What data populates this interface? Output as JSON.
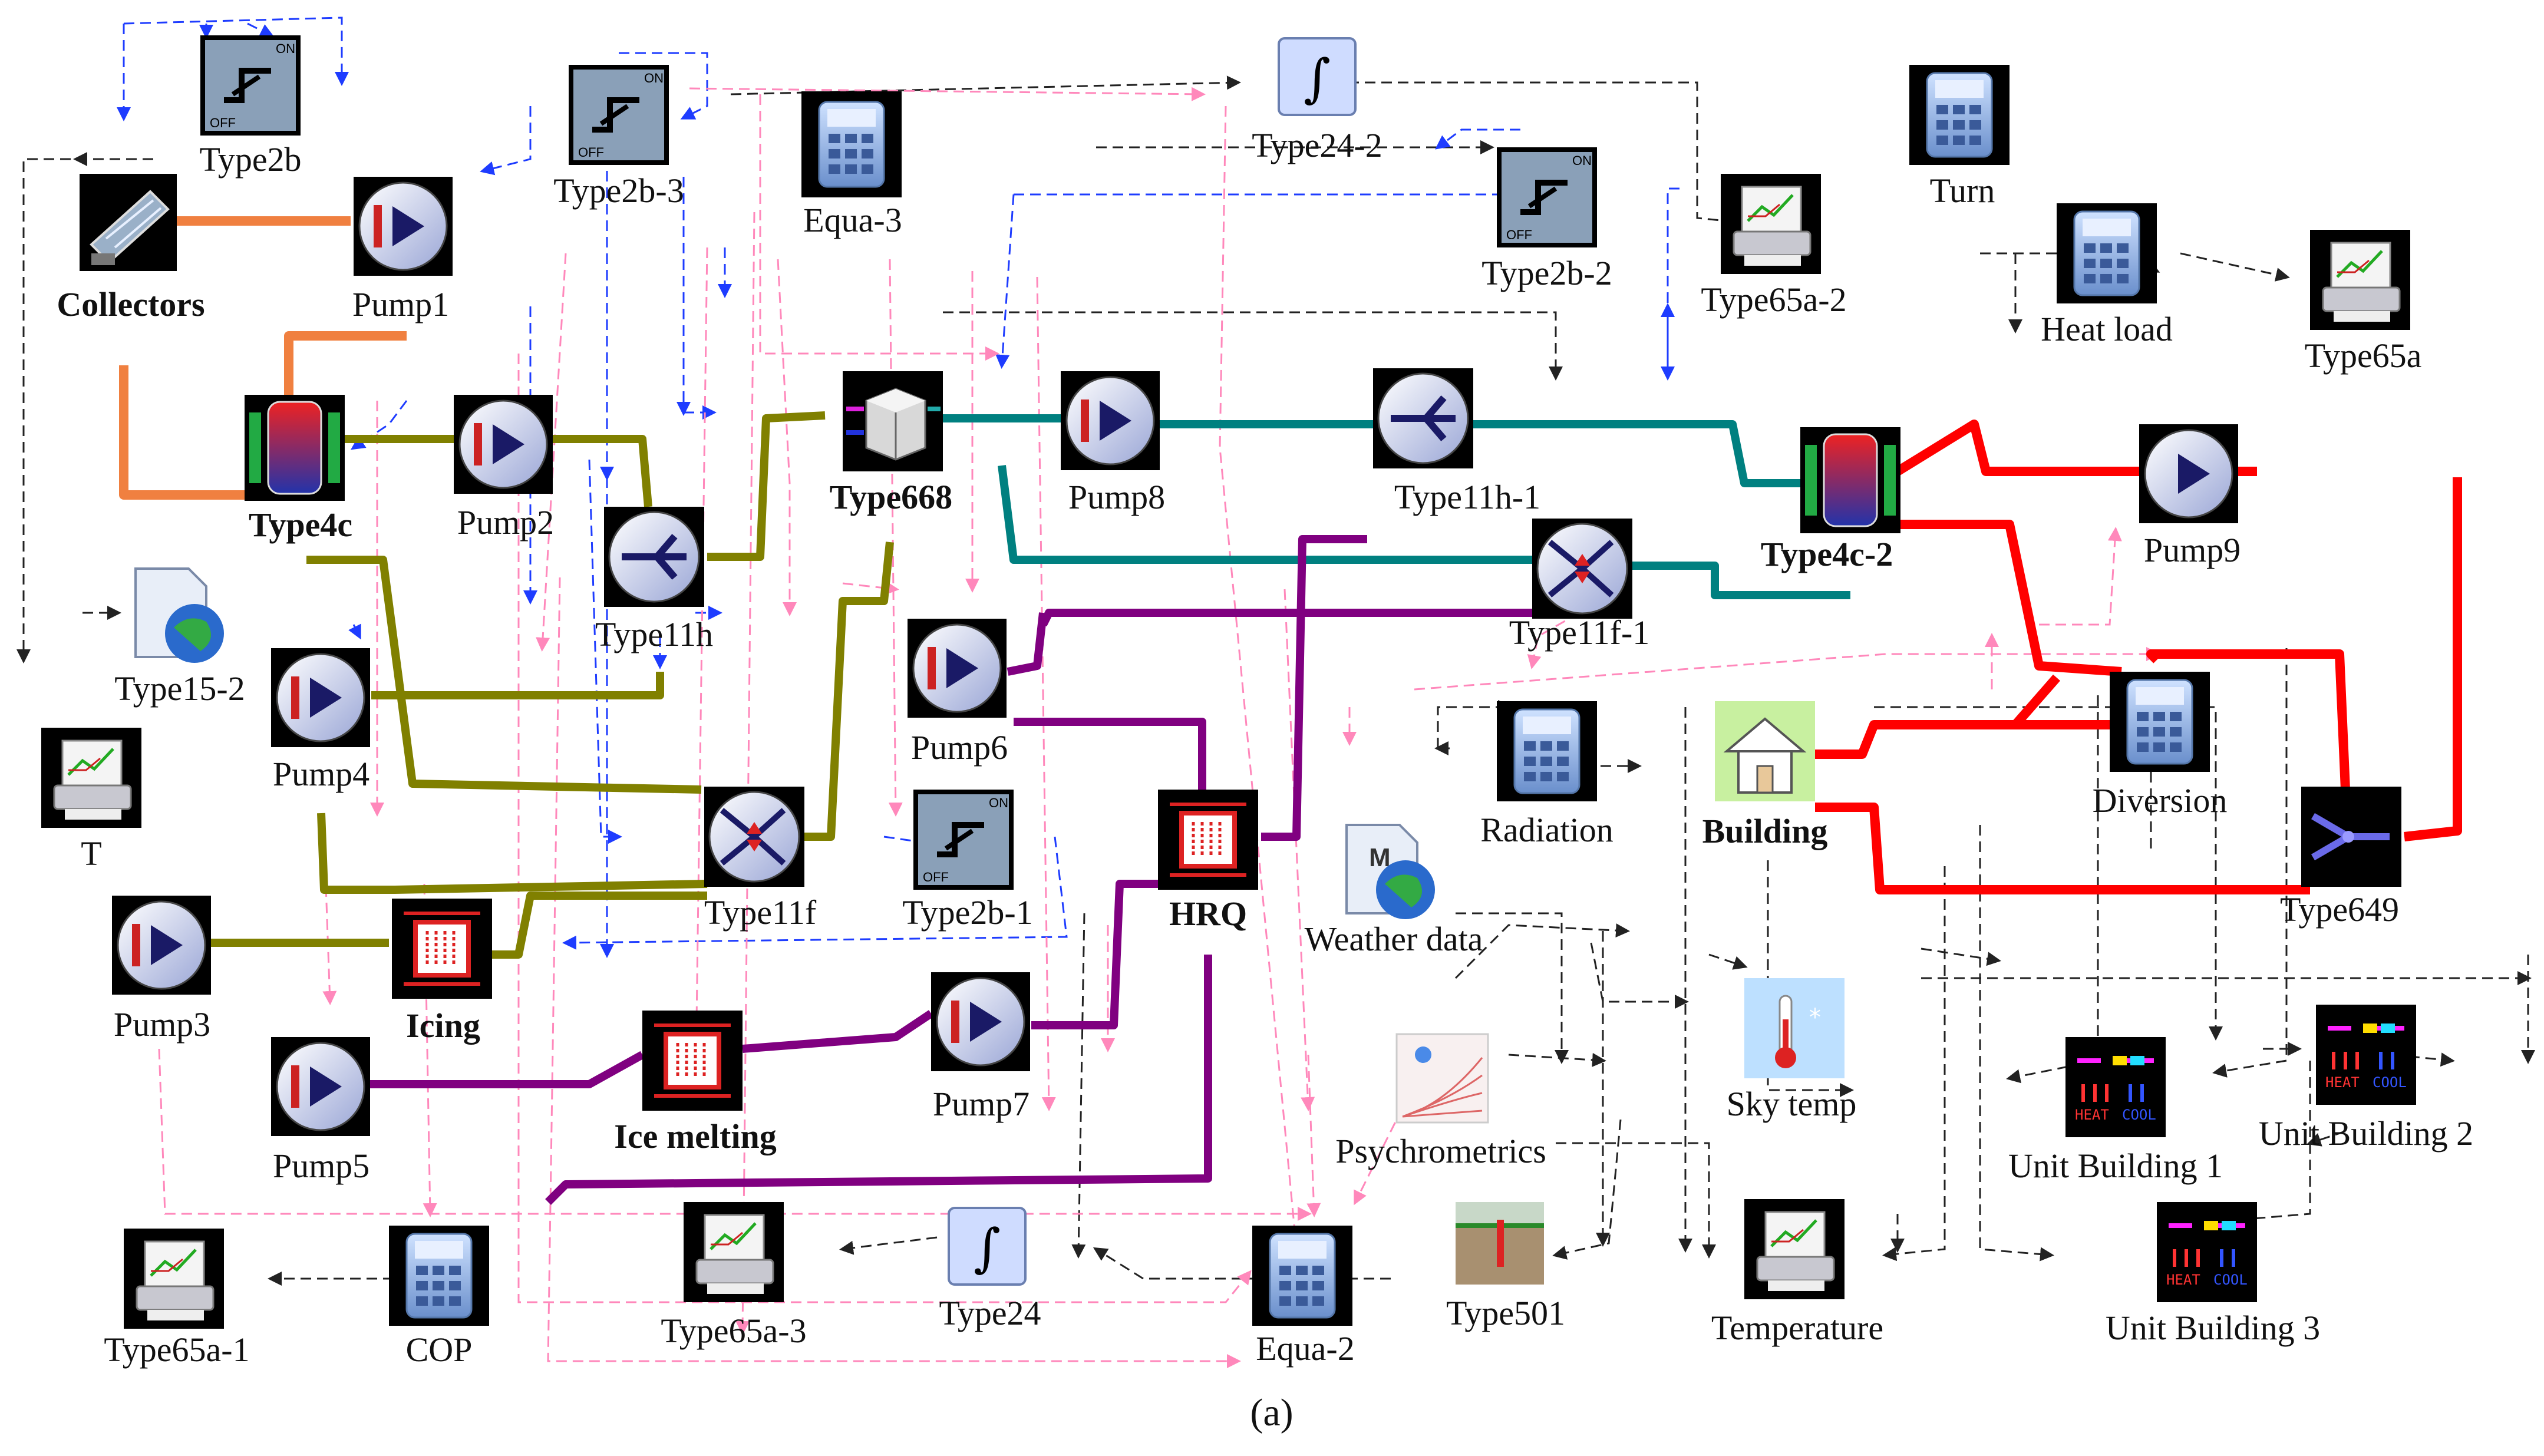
{
  "components": {
    "type2b": "Type2b",
    "collectors": "Collectors",
    "pump1": "Pump1",
    "type2b_3": "Type2b-3",
    "equa_3": "Equa-3",
    "type24_2": "Type24-2",
    "type2b_2": "Type2b-2",
    "type65a_2": "Type65a-2",
    "turn": "Turn",
    "heat_load": "Heat load",
    "type65a": "Type65a",
    "type4c": "Type4c",
    "pump2": "Pump2",
    "type668": "Type668",
    "pump8": "Pump8",
    "type11h_1": "Type11h-1",
    "type4c_2": "Type4c-2",
    "pump9": "Pump9",
    "type11h": "Type11h",
    "type11f_1": "Type11f-1",
    "type15_2": "Type15-2",
    "pump4": "Pump4",
    "pump6": "Pump6",
    "radiation": "Radiation",
    "building": "Building",
    "diversion": "Diversion",
    "t": "T",
    "type11f": "Type11f",
    "type2b_1": "Type2b-1",
    "hrq": "HRQ",
    "weather_data": "Weather data",
    "type649": "Type649",
    "pump3": "Pump3",
    "icing": "Icing",
    "sky_temp": "Sky temp",
    "pump5": "Pump5",
    "ice_melting": "Ice melting",
    "pump7": "Pump7",
    "psychrometrics": "Psychrometrics",
    "unit_building_1": "Unit Building 1",
    "unit_building_2": "Unit Building 2",
    "type65a_3": "Type65a-3",
    "type24": "Type24",
    "equa_2": "Equa-2",
    "type501": "Type501",
    "temperature": "Temperature",
    "unit_building_3": "Unit Building 3",
    "type65a_1": "Type65a-1",
    "cop": "COP"
  },
  "caption": "(a)",
  "heat_unit_labels": {
    "heat": "HEAT",
    "cool": "COOL"
  },
  "controller_labels": {
    "on": "ON",
    "off": "OFF"
  },
  "loop_colors": {
    "solar": "#f08040",
    "charge": "#808000",
    "heat_pump": "#008080",
    "ice_melting": "#800080",
    "building": "#ff0000",
    "control": "#1e3cff",
    "output": "#ff88bb",
    "signal": "#222222"
  },
  "icon_types": {
    "pump": "pump-icon",
    "controller": "controller-icon",
    "calculator": "calculator-icon",
    "printer": "printer-icon",
    "integrator": "integrator-icon",
    "tank": "tank-icon",
    "diverter": "diverter-icon",
    "tee": "tee-piece-icon",
    "heat_exchanger": "heat-exchanger-icon",
    "heat_pump": "heat-pump-icon",
    "building": "building-icon",
    "weather": "weather-data-icon",
    "sky": "sky-temp-icon",
    "psychro": "psychrometrics-icon",
    "ground": "ground-temp-icon",
    "unit": "unit-building-icon",
    "collector": "solar-collector-icon"
  }
}
